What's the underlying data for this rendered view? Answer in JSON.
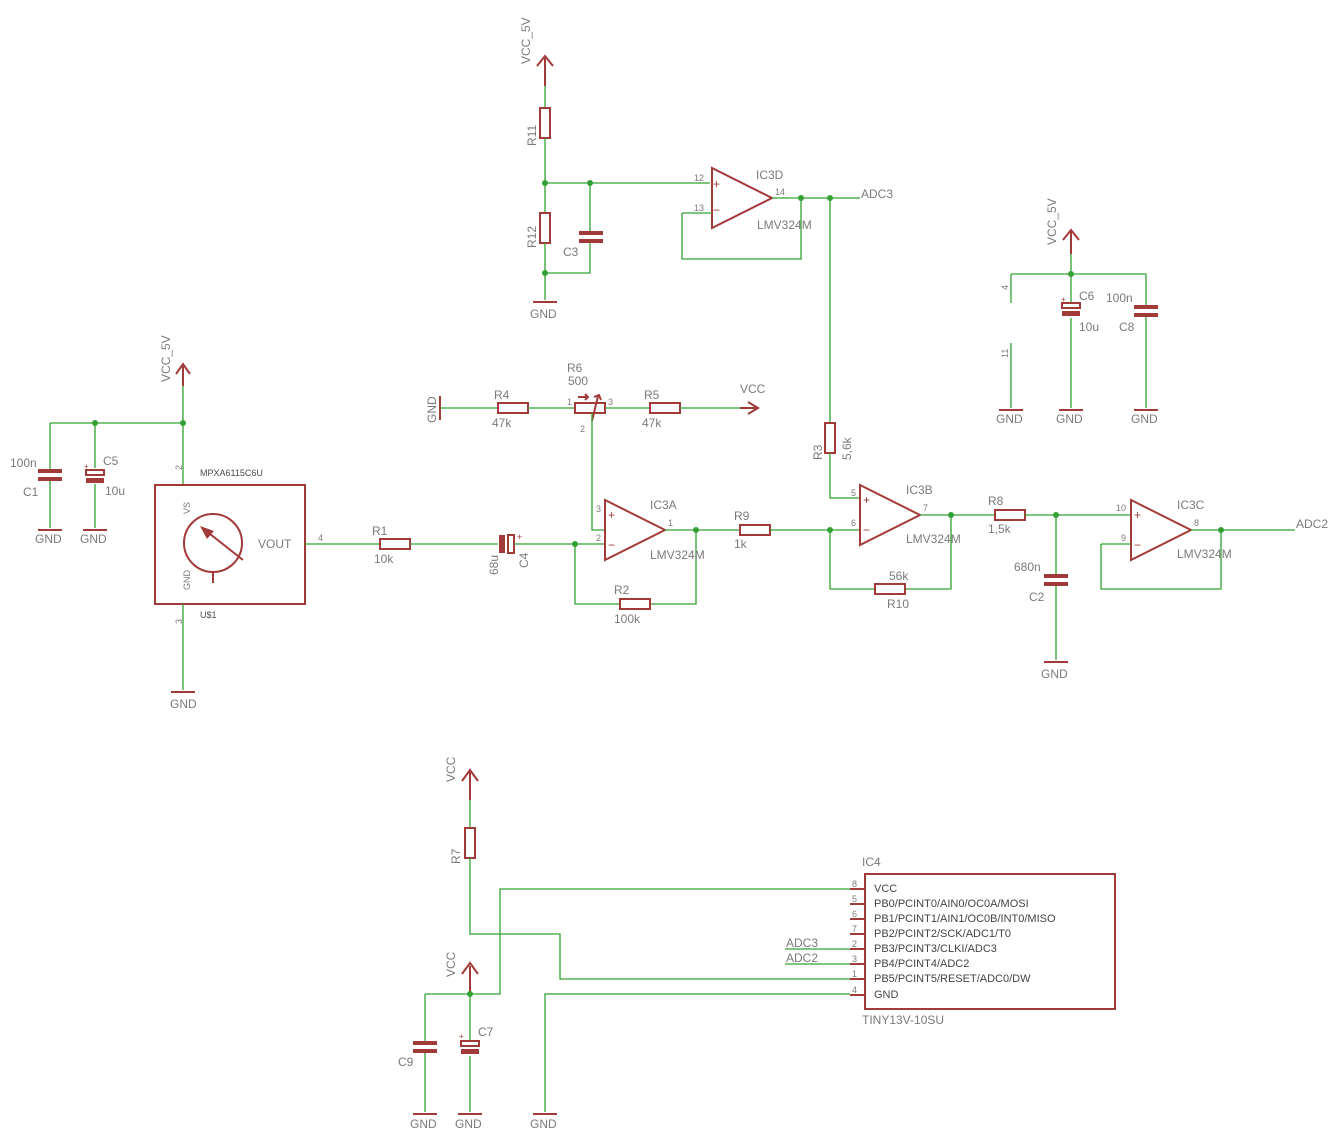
{
  "colors": {
    "wire": "#33a033",
    "component": "#a33a3a",
    "label": "#7a7a7a",
    "background": "#ffffff"
  },
  "nets": {
    "vcc5": "VCC_5V",
    "vcc": "VCC",
    "gnd": "GND",
    "adc2": "ADC2",
    "adc3": "ADC3"
  },
  "components": {
    "r1": {
      "name": "R1",
      "value": "10k"
    },
    "r2": {
      "name": "R2",
      "value": "100k"
    },
    "r3": {
      "name": "R3",
      "value": "5,6k"
    },
    "r4": {
      "name": "R4",
      "value": "47k"
    },
    "r5": {
      "name": "R5",
      "value": "47k"
    },
    "r6": {
      "name": "R6",
      "value": "500"
    },
    "r7": {
      "name": "R7"
    },
    "r8": {
      "name": "R8",
      "value": "1,5k"
    },
    "r9": {
      "name": "R9",
      "value": "1k"
    },
    "r10": {
      "name": "R10",
      "value": "56k"
    },
    "r11": {
      "name": "R11"
    },
    "r12": {
      "name": "R12"
    },
    "c1": {
      "name": "C1",
      "value": "100n"
    },
    "c2": {
      "name": "C2",
      "value": "680n"
    },
    "c3": {
      "name": "C3"
    },
    "c4": {
      "name": "C4",
      "value": "68u"
    },
    "c5": {
      "name": "C5",
      "value": "10u"
    },
    "c6": {
      "name": "C6",
      "value": "10u"
    },
    "c7": {
      "name": "C7"
    },
    "c8": {
      "name": "C8",
      "value": "100n"
    },
    "c9": {
      "name": "C9"
    },
    "ic3a": {
      "name": "IC3A",
      "value": "LMV324M"
    },
    "ic3b": {
      "name": "IC3B",
      "value": "LMV324M"
    },
    "ic3c": {
      "name": "IC3C",
      "value": "LMV324M"
    },
    "ic3d": {
      "name": "IC3D",
      "value": "LMV324M"
    },
    "sensor": {
      "name": "U$1",
      "value": "MPXA6115C6U",
      "pin_vs": "VS",
      "pin_gnd": "GND",
      "pin_vout": "VOUT"
    },
    "ic4": {
      "name": "IC4",
      "value": "TINY13V-10SU",
      "pins": [
        {
          "num": "8",
          "label": "VCC"
        },
        {
          "num": "5",
          "label": "PB0/PCINT0/AIN0/OC0A/MOSI"
        },
        {
          "num": "6",
          "label": "PB1/PCINT1/AIN1/OC0B/INT0/MISO"
        },
        {
          "num": "7",
          "label": "PB2/PCINT2/SCK/ADC1/T0"
        },
        {
          "num": "2",
          "label": "PB3/PCINT3/CLKI/ADC3"
        },
        {
          "num": "3",
          "label": "PB4/PCINT4/ADC2"
        },
        {
          "num": "1",
          "label": "PB5/PCINT5/RESET/ADC0/DW"
        },
        {
          "num": "4",
          "label": "GND"
        }
      ]
    }
  },
  "pins": {
    "sensor_vs": "2",
    "sensor_gnd": "3",
    "sensor_vout": "4",
    "ic3a_plus": "3",
    "ic3a_minus": "2",
    "ic3a_out": "1",
    "ic3b_plus": "5",
    "ic3b_minus": "6",
    "ic3b_out": "7",
    "ic3c_plus": "10",
    "ic3c_minus": "9",
    "ic3c_out": "8",
    "ic3d_plus": "12",
    "ic3d_minus": "13",
    "ic3d_out": "14",
    "pwr_vcc": "4",
    "pwr_gnd": "11",
    "r6_1": "1",
    "r6_2": "2",
    "r6_3": "3"
  },
  "symbols": {
    "plus": "+",
    "minus": "−"
  }
}
